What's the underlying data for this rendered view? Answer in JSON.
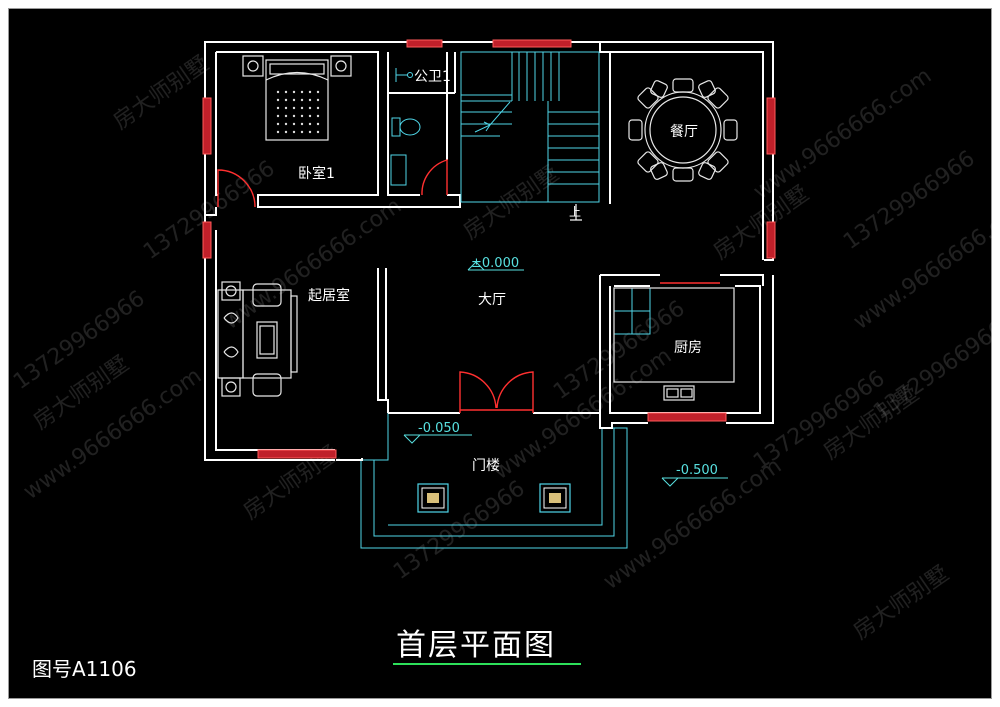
{
  "drawing": {
    "title": "首层平面图",
    "figure_number": "图号A1106",
    "rooms": {
      "bedroom": "卧室1",
      "toilet": "公卫1",
      "dining": "餐厅",
      "living": "起居室",
      "hall": "大厅",
      "kitchen": "厨房",
      "porch": "门楼"
    },
    "stair_mark": "上",
    "levels": {
      "hall": "±0.000",
      "porch": "-0.050",
      "exterior": "-0.500"
    },
    "watermark": {
      "brand": "房大师别墅",
      "phone": "13729966966",
      "site": "www.9666666.com"
    }
  },
  "colors": {
    "background": "#000000",
    "walls": "#ffffff",
    "windows": "#c0202a",
    "doors": "#ff3030",
    "stairs": "#4fd6e8",
    "level_text": "#58e0e0",
    "title_underline": "#2de05a"
  }
}
